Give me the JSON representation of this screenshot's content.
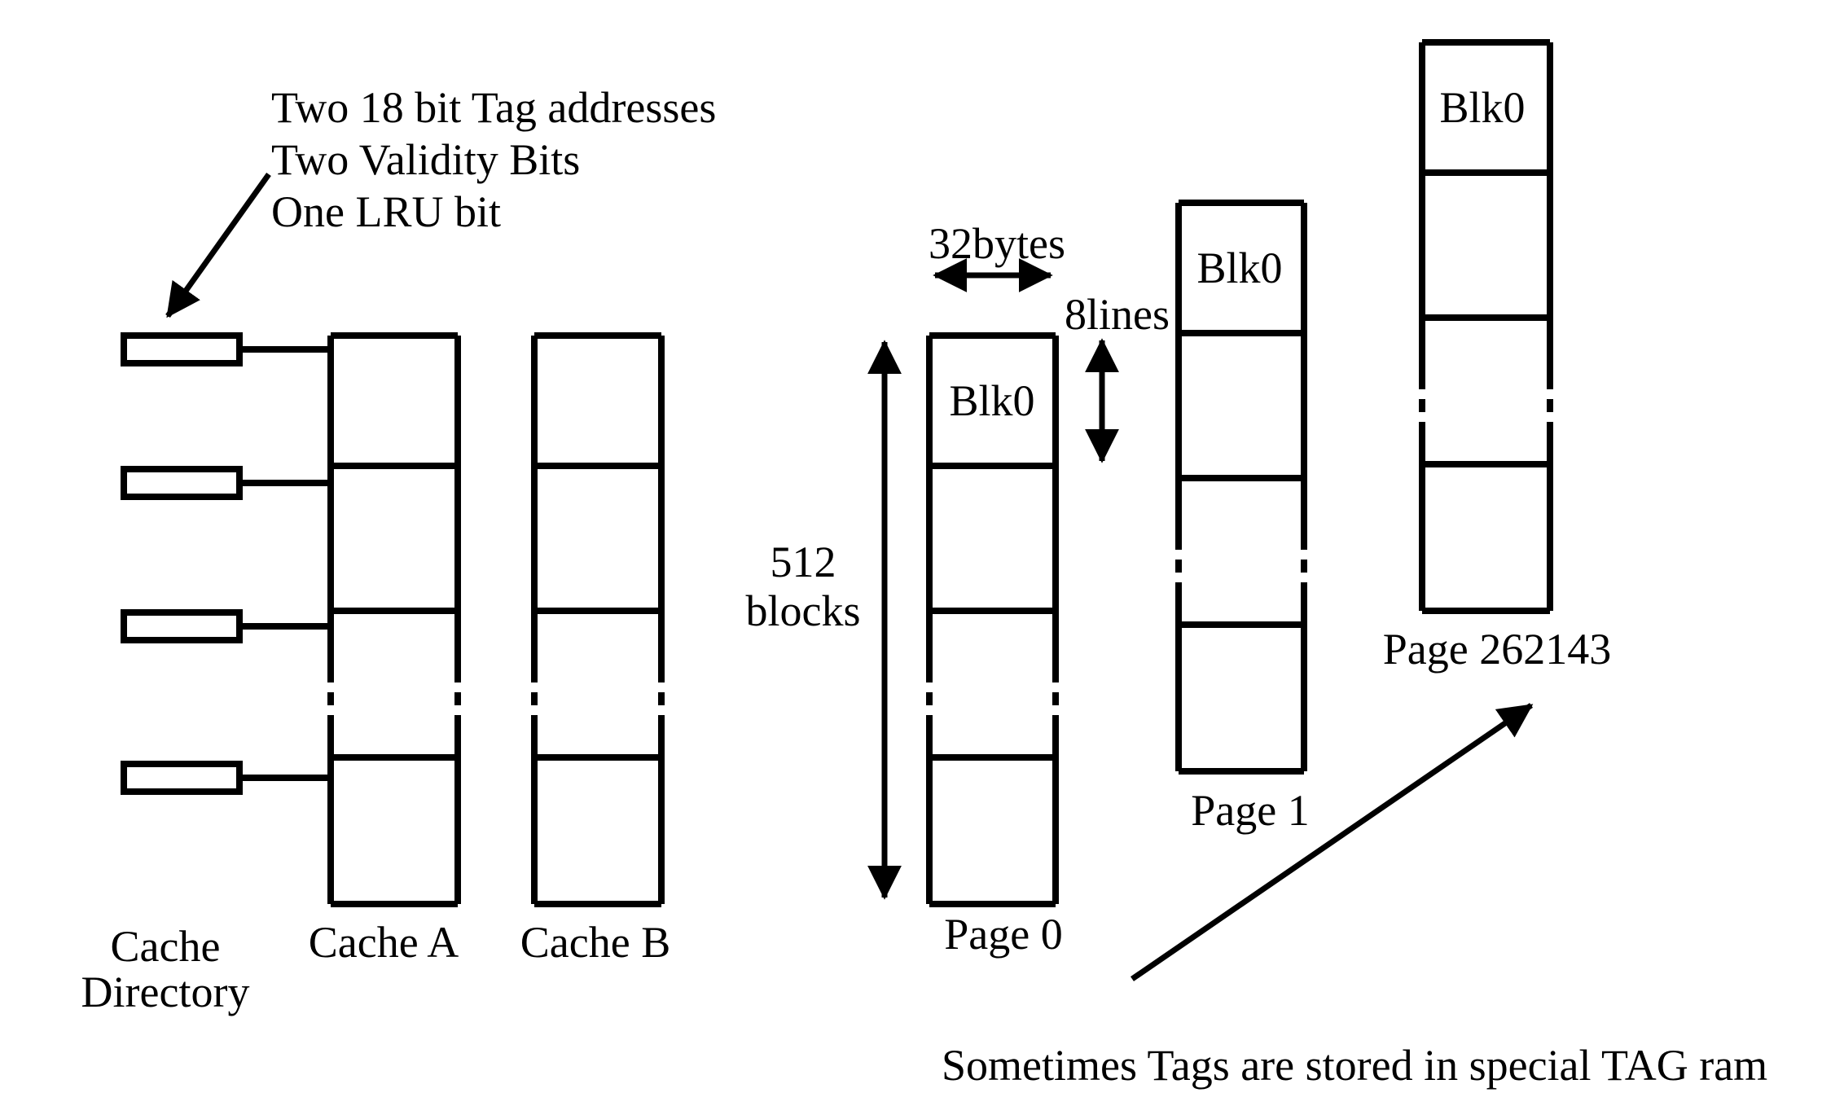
{
  "diagram": {
    "annotation": {
      "line1": "Two 18 bit Tag addresses",
      "line2": "Two Validity Bits",
      "line3": "One LRU bit"
    },
    "cache_directory": {
      "label_line1": "Cache",
      "label_line2": "Directory"
    },
    "cache_a": {
      "label": "Cache A"
    },
    "cache_b": {
      "label": "Cache B"
    },
    "dimensions": {
      "width_label": "32bytes",
      "height_label": "8lines",
      "blocks_line1": "512",
      "blocks_line2": "blocks"
    },
    "pages": [
      {
        "block_label": "Blk0",
        "label": "Page 0"
      },
      {
        "block_label": "Blk0",
        "label": "Page 1"
      },
      {
        "block_label": "Blk0",
        "label": "Page 262143"
      }
    ],
    "footnote": "Sometimes Tags are stored in special TAG ram",
    "colors": {
      "ink": "#000000",
      "background": "#ffffff"
    }
  }
}
